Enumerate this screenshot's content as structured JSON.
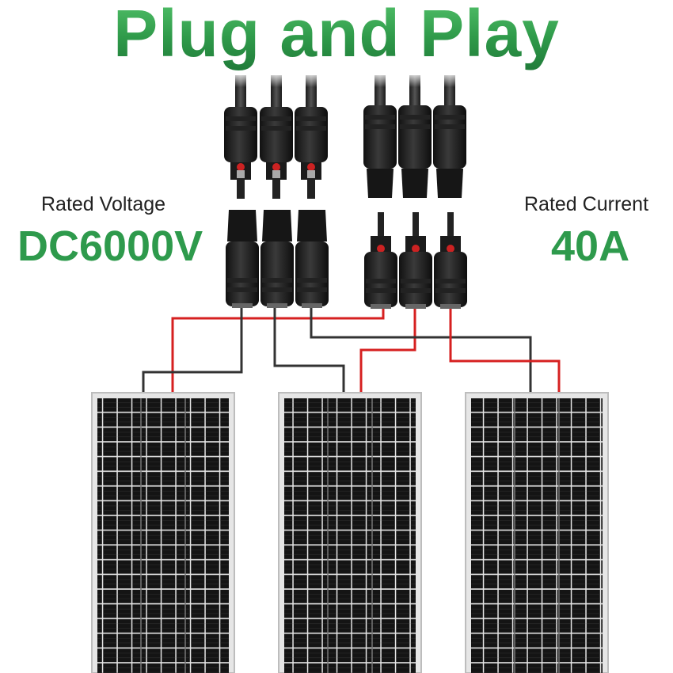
{
  "title": "Plug and Play",
  "specs": {
    "voltage_label": "Rated Voltage",
    "voltage_value": "DC6000V",
    "current_label": "Rated Current",
    "current_value": "40A"
  },
  "colors": {
    "title_green": "#2f9a4a",
    "value_green": "#2e9a4c",
    "positive_wire": "#d62020",
    "negative_wire": "#333333",
    "panel_cell": "#111111"
  },
  "scene": {
    "panel_count": 3,
    "connector_groups": 4,
    "connectors_per_group": 3
  }
}
